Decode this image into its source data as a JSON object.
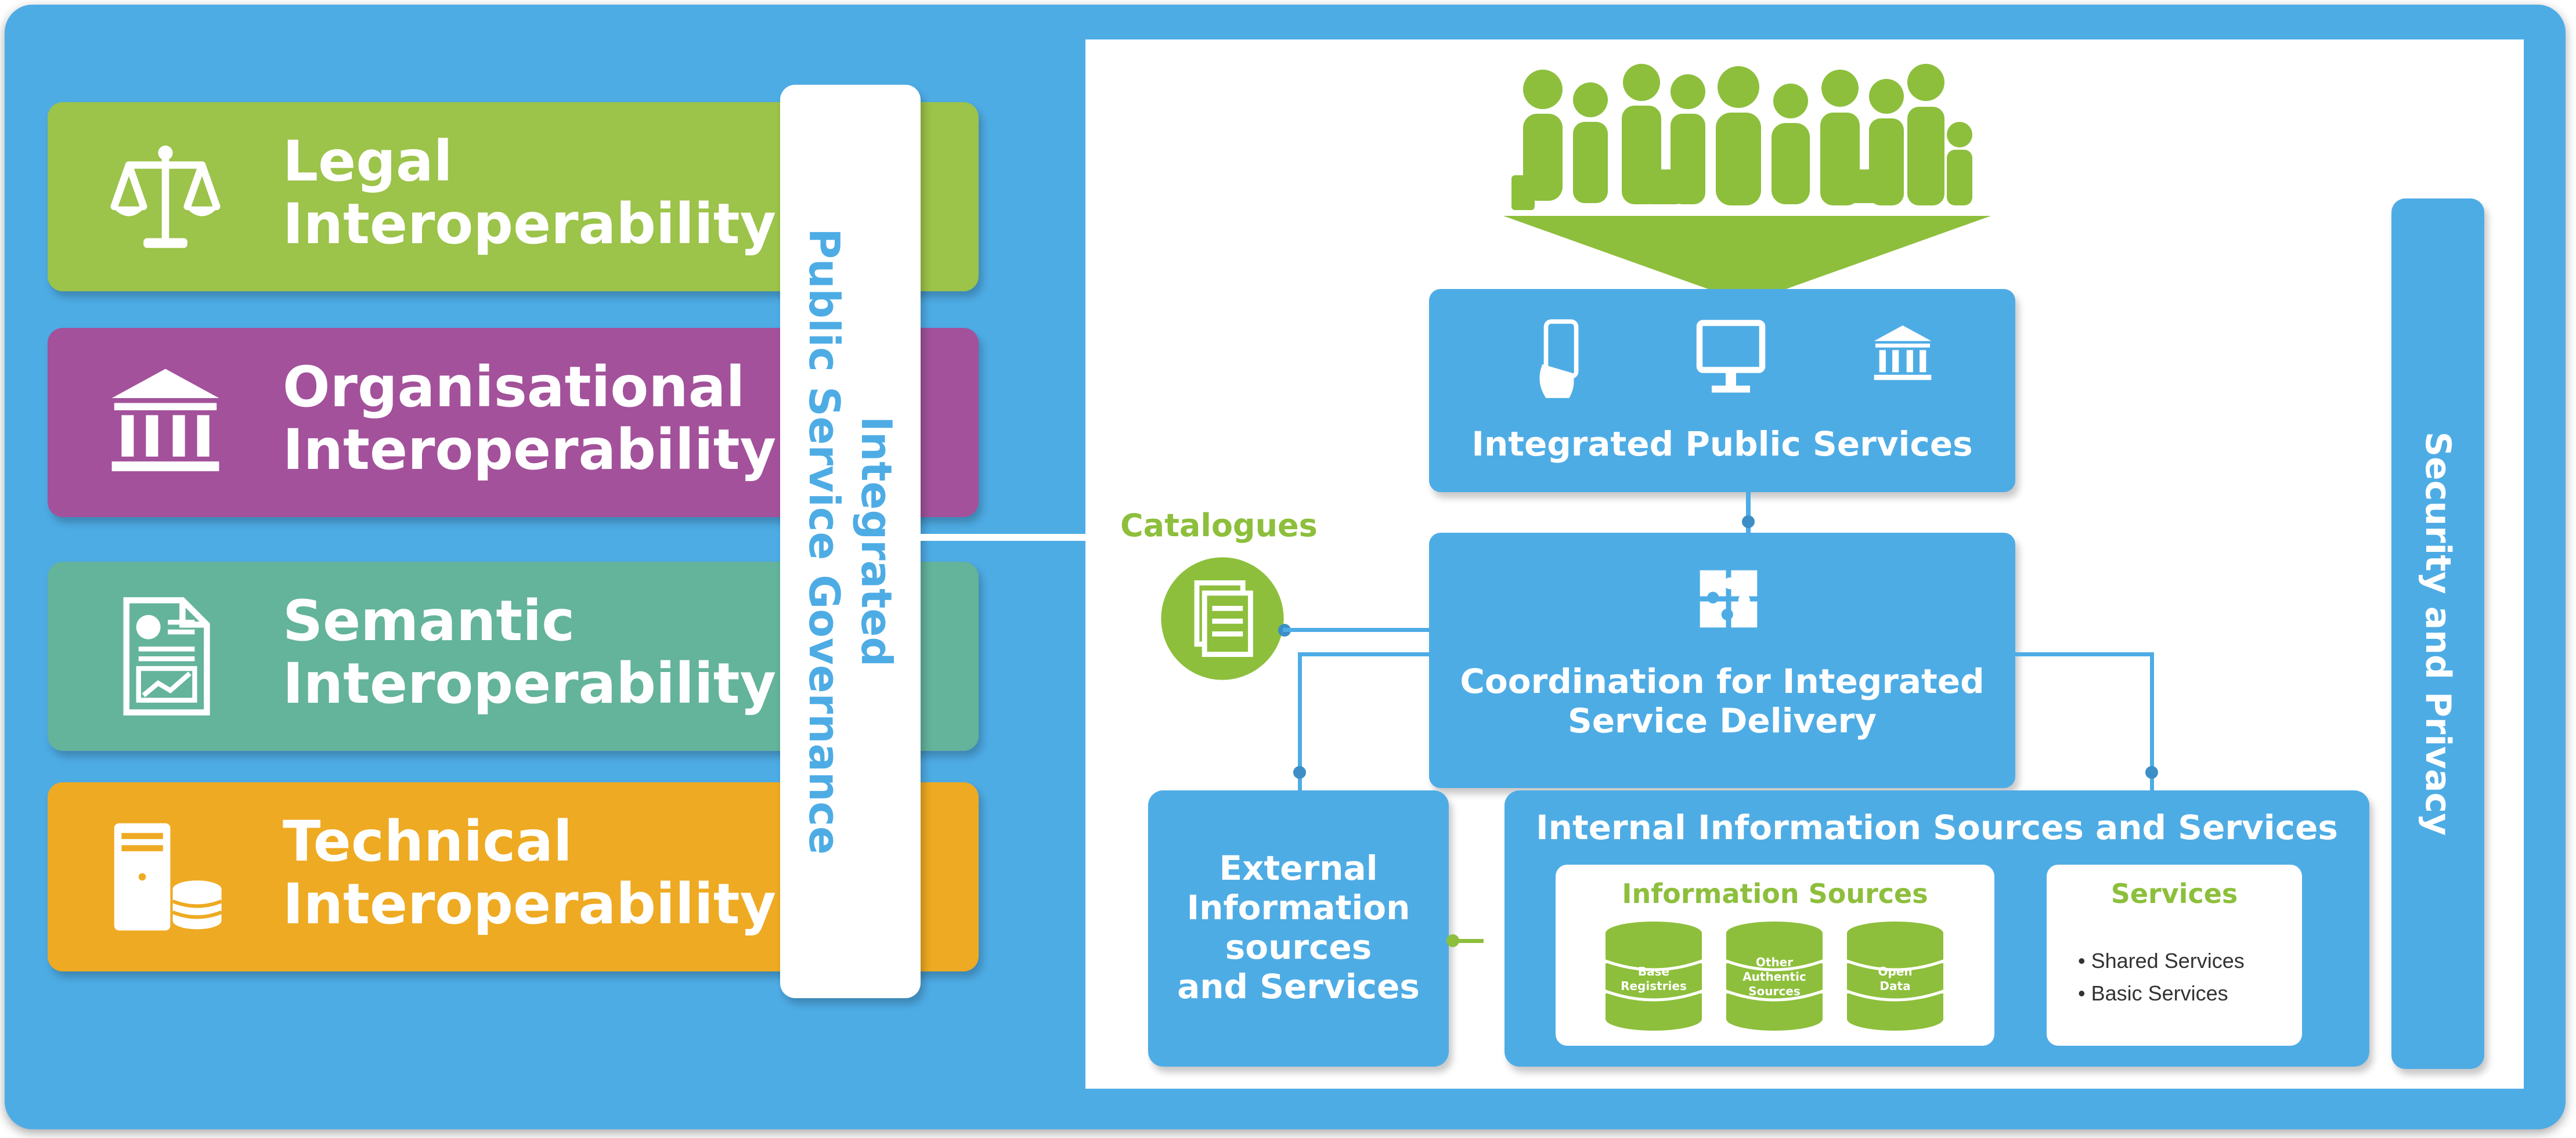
{
  "layers": [
    {
      "id": "legal",
      "label_line1": "Legal",
      "label_line2": "Interoperability",
      "color": "#9cc34a",
      "icon": "scales-icon"
    },
    {
      "id": "organisational",
      "label_line1": "Organisational",
      "label_line2": "Interoperability",
      "color": "#a3519b",
      "icon": "institution-icon"
    },
    {
      "id": "semantic",
      "label_line1": "Semantic",
      "label_line2": "Interoperability",
      "color": "#64b39b",
      "icon": "report-icon"
    },
    {
      "id": "technical",
      "label_line1": "Technical",
      "label_line2": "Interoperability",
      "color": "#eeaa22",
      "icon": "server-icon"
    }
  ],
  "governance": {
    "line1": "Integrated",
    "line2": "Public Service Governance"
  },
  "users": {
    "icon": "people-group-icon"
  },
  "integrated_public_services": {
    "label": "Integrated Public Services",
    "icons": [
      "smartphone-icon",
      "monitor-icon",
      "institution-icon"
    ]
  },
  "catalogues": {
    "label": "Catalogues",
    "icon": "documents-icon"
  },
  "coordination": {
    "line1": "Coordination for Integrated",
    "line2": "Service Delivery",
    "icon": "puzzle-icon"
  },
  "external": {
    "line1": "External",
    "line2": "Information",
    "line3": "sources",
    "line4": "and Services"
  },
  "internal": {
    "title": "Internal Information Sources and Services",
    "sources": {
      "title": "Information Sources",
      "items": [
        [
          "Base",
          "Registries"
        ],
        [
          "Other",
          "Authentic",
          "Sources"
        ],
        [
          "Open",
          "Data"
        ]
      ]
    },
    "services": {
      "title": "Services",
      "items": [
        "Shared Services",
        "Basic Services"
      ]
    }
  },
  "security": {
    "label": "Security and Privacy"
  },
  "colors": {
    "frame": "#4eace5",
    "accent_green": "#8dbf3c",
    "connector": "#3b8fc6"
  }
}
